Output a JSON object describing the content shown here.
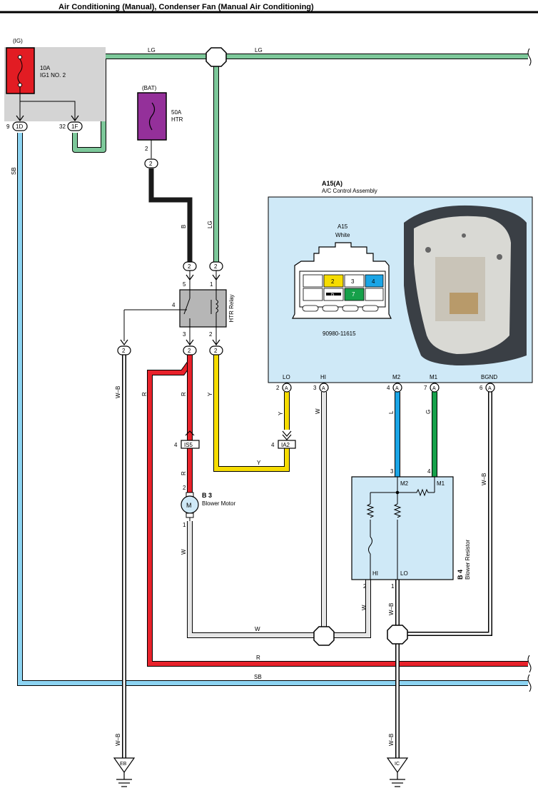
{
  "title": "Air Conditioning (Manual), Condenser Fan (Manual Air Conditioning)",
  "colors": {
    "LG": "#7dc89a",
    "SB": "#8dd4f2",
    "B": "#1a1a1a",
    "R": "#e8222b",
    "Y": "#f6dc00",
    "W": "#e6e6e6",
    "L": "#1aa5e6",
    "G": "#16a04a",
    "WB": "#ffffff",
    "panel": "#cfe9f7",
    "fuse": "#e21c23",
    "htr_fuse": "#94309a",
    "ig_box": "#d4d4d4"
  },
  "fuse_ig": {
    "supply": "(IG)",
    "rating": "10A",
    "name": "IG1 NO. 2",
    "pin_left_num": "9",
    "pin_left_conn": "1D",
    "pin_right_num": "32",
    "pin_right_conn": "1F"
  },
  "fuse_htr": {
    "supply": "(BAT)",
    "rating": "50A",
    "name": "HTR",
    "pin_num": "2",
    "conn": "2"
  },
  "relay": {
    "name": "HTR Relay",
    "pin5": "5",
    "pin1": "1",
    "pin4": "4",
    "pin3": "3",
    "pin2": "2",
    "conn_top_left": "2",
    "conn_top_right": "2",
    "conn_bot_left": "2",
    "conn_bot_right": "2",
    "conn_ground": "2"
  },
  "assembly": {
    "code": "A15(A)",
    "name": "A/C Control Assembly",
    "connector_code": "A15",
    "connector_color": "White",
    "part_number": "90980-11615",
    "cavities": [
      "2",
      "3",
      "4",
      "6",
      "7"
    ],
    "terminals": [
      {
        "label": "LO",
        "num": "2",
        "conn": "A"
      },
      {
        "label": "HI",
        "num": "3",
        "conn": "A"
      },
      {
        "label": "M2",
        "num": "4",
        "conn": "A"
      },
      {
        "label": "M1",
        "num": "7",
        "conn": "A"
      },
      {
        "label": "BGND",
        "num": "6",
        "conn": "A"
      }
    ]
  },
  "junctions": {
    "is5": {
      "num": "4",
      "name": "IS5"
    },
    "ia2": {
      "num": "4",
      "name": "IA2"
    }
  },
  "blower_motor": {
    "code": "B 3",
    "name": "Blower Motor",
    "symbol": "M",
    "pin_top": "2",
    "pin_bottom": "1"
  },
  "blower_resistor": {
    "code": "B 4",
    "name": "Blower Resistor",
    "m2": "M2",
    "m1": "M1",
    "hi": "HI",
    "lo": "LO",
    "pin_m2": "3",
    "pin_m1": "4",
    "pin_hi": "2",
    "pin_lo": "1"
  },
  "wire_labels": {
    "lg_top_left": "LG",
    "lg_top_right": "LG",
    "lg_vertical": "LG",
    "sb_vertical": "SB",
    "b_vertical": "B",
    "r_left": "R",
    "r_mid": "R",
    "r_motor": "R",
    "y_relay": "Y",
    "y_ia2": "Y",
    "y_horizontal": "Y",
    "w_hi": "W",
    "w_motor": "W",
    "w_bottom": "W",
    "w_resistor": "W",
    "l_m2": "L",
    "g_m1": "G",
    "wb_left": "W–B",
    "wb_right": "W–B",
    "wb_res": "W–B",
    "r_bottom": "R",
    "sb_bottom": "SB",
    "wb_eb": "W–B",
    "wb_ic": "W–B"
  },
  "grounds": {
    "eb": "EB",
    "ic": "IC"
  }
}
